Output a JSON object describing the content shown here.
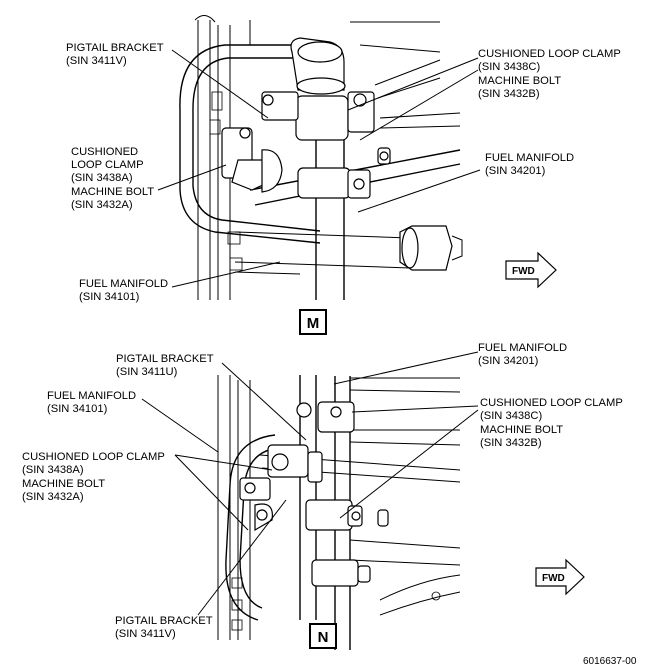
{
  "view_m": {
    "view_label": "M",
    "pigtail_bracket": {
      "line1": "PIGTAIL BRACKET",
      "line2": "(SIN 3411V)"
    },
    "cushioned_clamp_c": {
      "line1": "CUSHIONED LOOP CLAMP",
      "line2": "(SIN 3438C)",
      "line3": "MACHINE BOLT",
      "line4": "(SIN 3432B)"
    },
    "cushioned_clamp_a": {
      "line1": "CUSHIONED",
      "line2": "LOOP CLAMP",
      "line3": "(SIN 3438A)",
      "line4": "MACHINE BOLT",
      "line5": "(SIN 3432A)"
    },
    "fuel_manifold_201": {
      "line1": "FUEL MANIFOLD",
      "line2": "(SIN 34201)"
    },
    "fuel_manifold_101": {
      "line1": "FUEL MANIFOLD",
      "line2": "(SIN 34101)"
    },
    "fwd": "FWD"
  },
  "view_n": {
    "view_label": "N",
    "pigtail_bracket_u": {
      "line1": "PIGTAIL BRACKET",
      "line2": "(SIN 3411U)"
    },
    "fuel_manifold_201": {
      "line1": "FUEL MANIFOLD",
      "line2": "(SIN 34201)"
    },
    "fuel_manifold_101": {
      "line1": "FUEL MANIFOLD",
      "line2": "(SIN 34101)"
    },
    "cushioned_clamp_c": {
      "line1": "CUSHIONED LOOP CLAMP",
      "line2": "(SIN 3438C)",
      "line3": "MACHINE BOLT",
      "line4": "(SIN 3432B)"
    },
    "cushioned_clamp_a": {
      "line1": "CUSHIONED LOOP CLAMP",
      "line2": "(SIN 3438A)",
      "line3": "MACHINE BOLT",
      "line4": "(SIN 3432A)"
    },
    "pigtail_bracket_v": {
      "line1": "PIGTAIL BRACKET",
      "line2": "(SIN 3411V)"
    },
    "fwd": "FWD"
  },
  "figure_number": "6016637-00",
  "icons": [
    "fwd-arrow-icon",
    "fwd-arrow-icon"
  ]
}
